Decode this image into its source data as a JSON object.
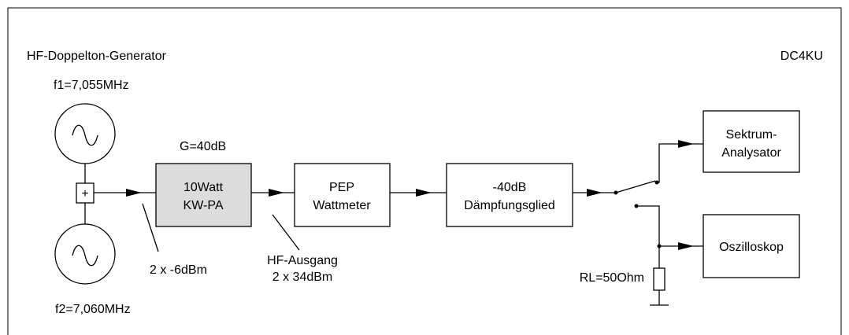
{
  "diagram": {
    "title": "HF-Doppelton-Generator",
    "author": "DC4KU",
    "generator1_label": "f1=7,055MHz",
    "generator2_label": "f2=7,060MHz",
    "combiner_symbol": "+",
    "input_level": "2 x -6dBm",
    "amplifier": {
      "gain": "G=40dB",
      "line1": "10Watt",
      "line2": "KW-PA"
    },
    "output_annotation": {
      "line1": "HF-Ausgang",
      "line2": "2 x 34dBm"
    },
    "wattmeter": {
      "line1": "PEP",
      "line2": "Wattmeter"
    },
    "attenuator": {
      "line1": "-40dB",
      "line2": "Dämpfungsglied"
    },
    "spectrum_analyzer": {
      "line1": "Sektrum-",
      "line2": "Analysator"
    },
    "oscilloscope": "Oszilloskop",
    "load_resistor": "RL=50Ohm",
    "colors": {
      "line": "#000000",
      "amplifier_fill": "#dcdcdc",
      "background": "#ffffff"
    }
  }
}
